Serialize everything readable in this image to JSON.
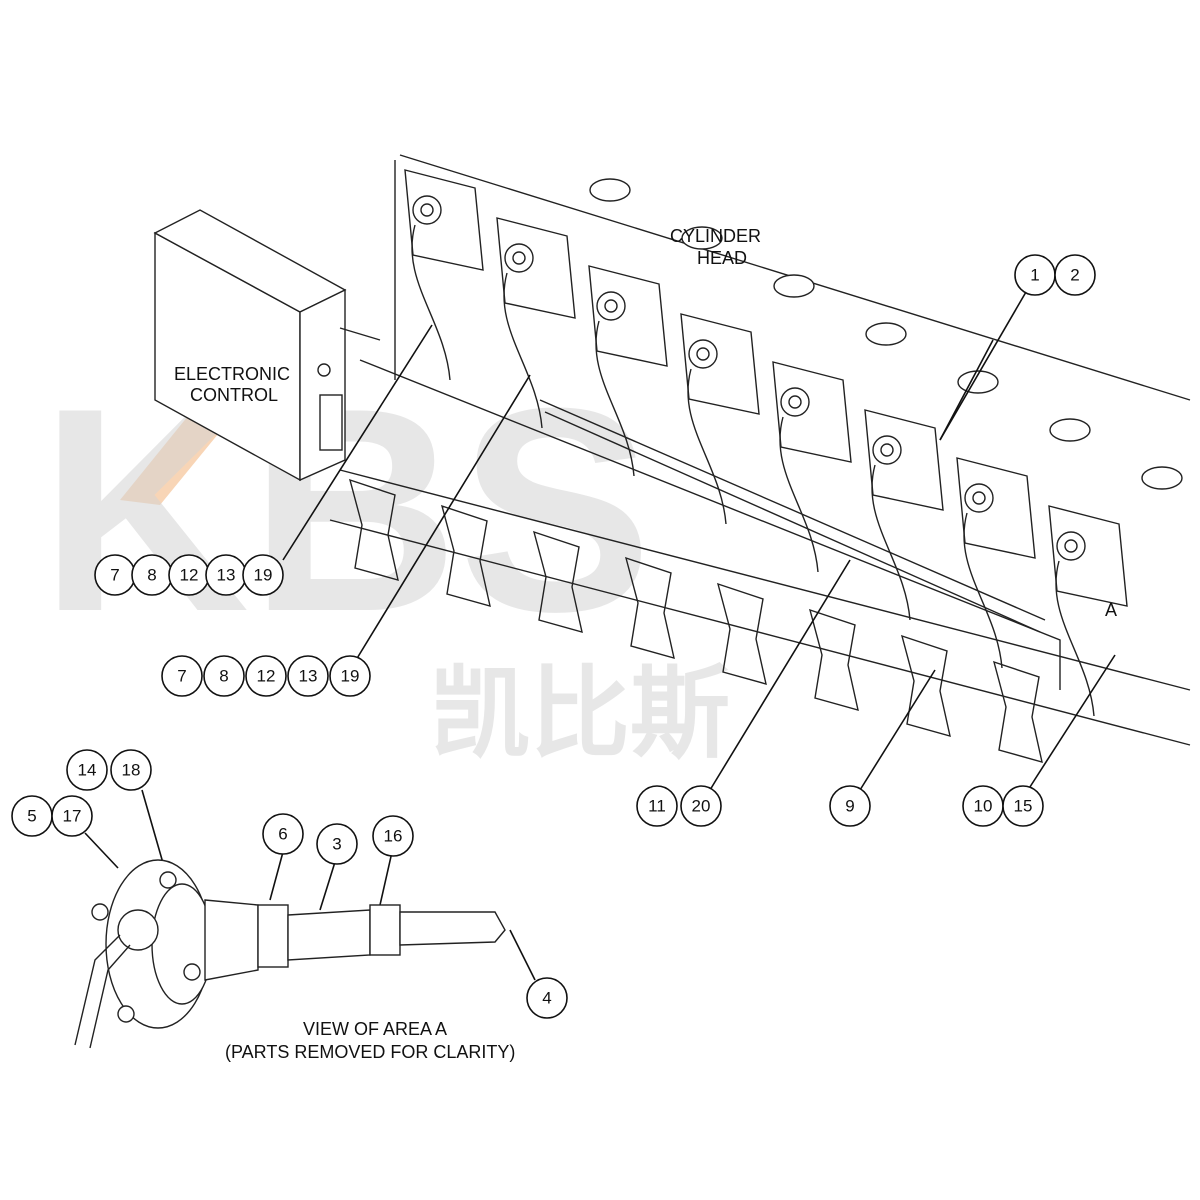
{
  "labels": {
    "cylinder_head_line1": "CYLINDER",
    "cylinder_head_line2": "HEAD",
    "electronic_line1": "ELECTRONIC",
    "electronic_line2": "CONTROL",
    "area_marker": "A",
    "view_line1": "VIEW OF AREA  A",
    "view_line2": "(PARTS REMOVED FOR CLARITY)",
    "watermark": "KBS",
    "watermark_cn": "凯比斯"
  },
  "callouts": {
    "g12": [
      "1",
      "2"
    ],
    "g7a": [
      "7",
      "8",
      "12",
      "13",
      "19"
    ],
    "g7b": [
      "7",
      "8",
      "12",
      "13",
      "19"
    ],
    "g1120": [
      "11",
      "20"
    ],
    "g9": [
      "9"
    ],
    "g1015": [
      "10",
      "15"
    ],
    "g1418": [
      "14",
      "18"
    ],
    "g517": [
      "5",
      "17"
    ],
    "g6": [
      "6"
    ],
    "g3": [
      "3"
    ],
    "g16": [
      "16"
    ],
    "g4": [
      "4"
    ]
  },
  "colors": {
    "highlight": "#e05050",
    "accent": "#f2b27a"
  }
}
